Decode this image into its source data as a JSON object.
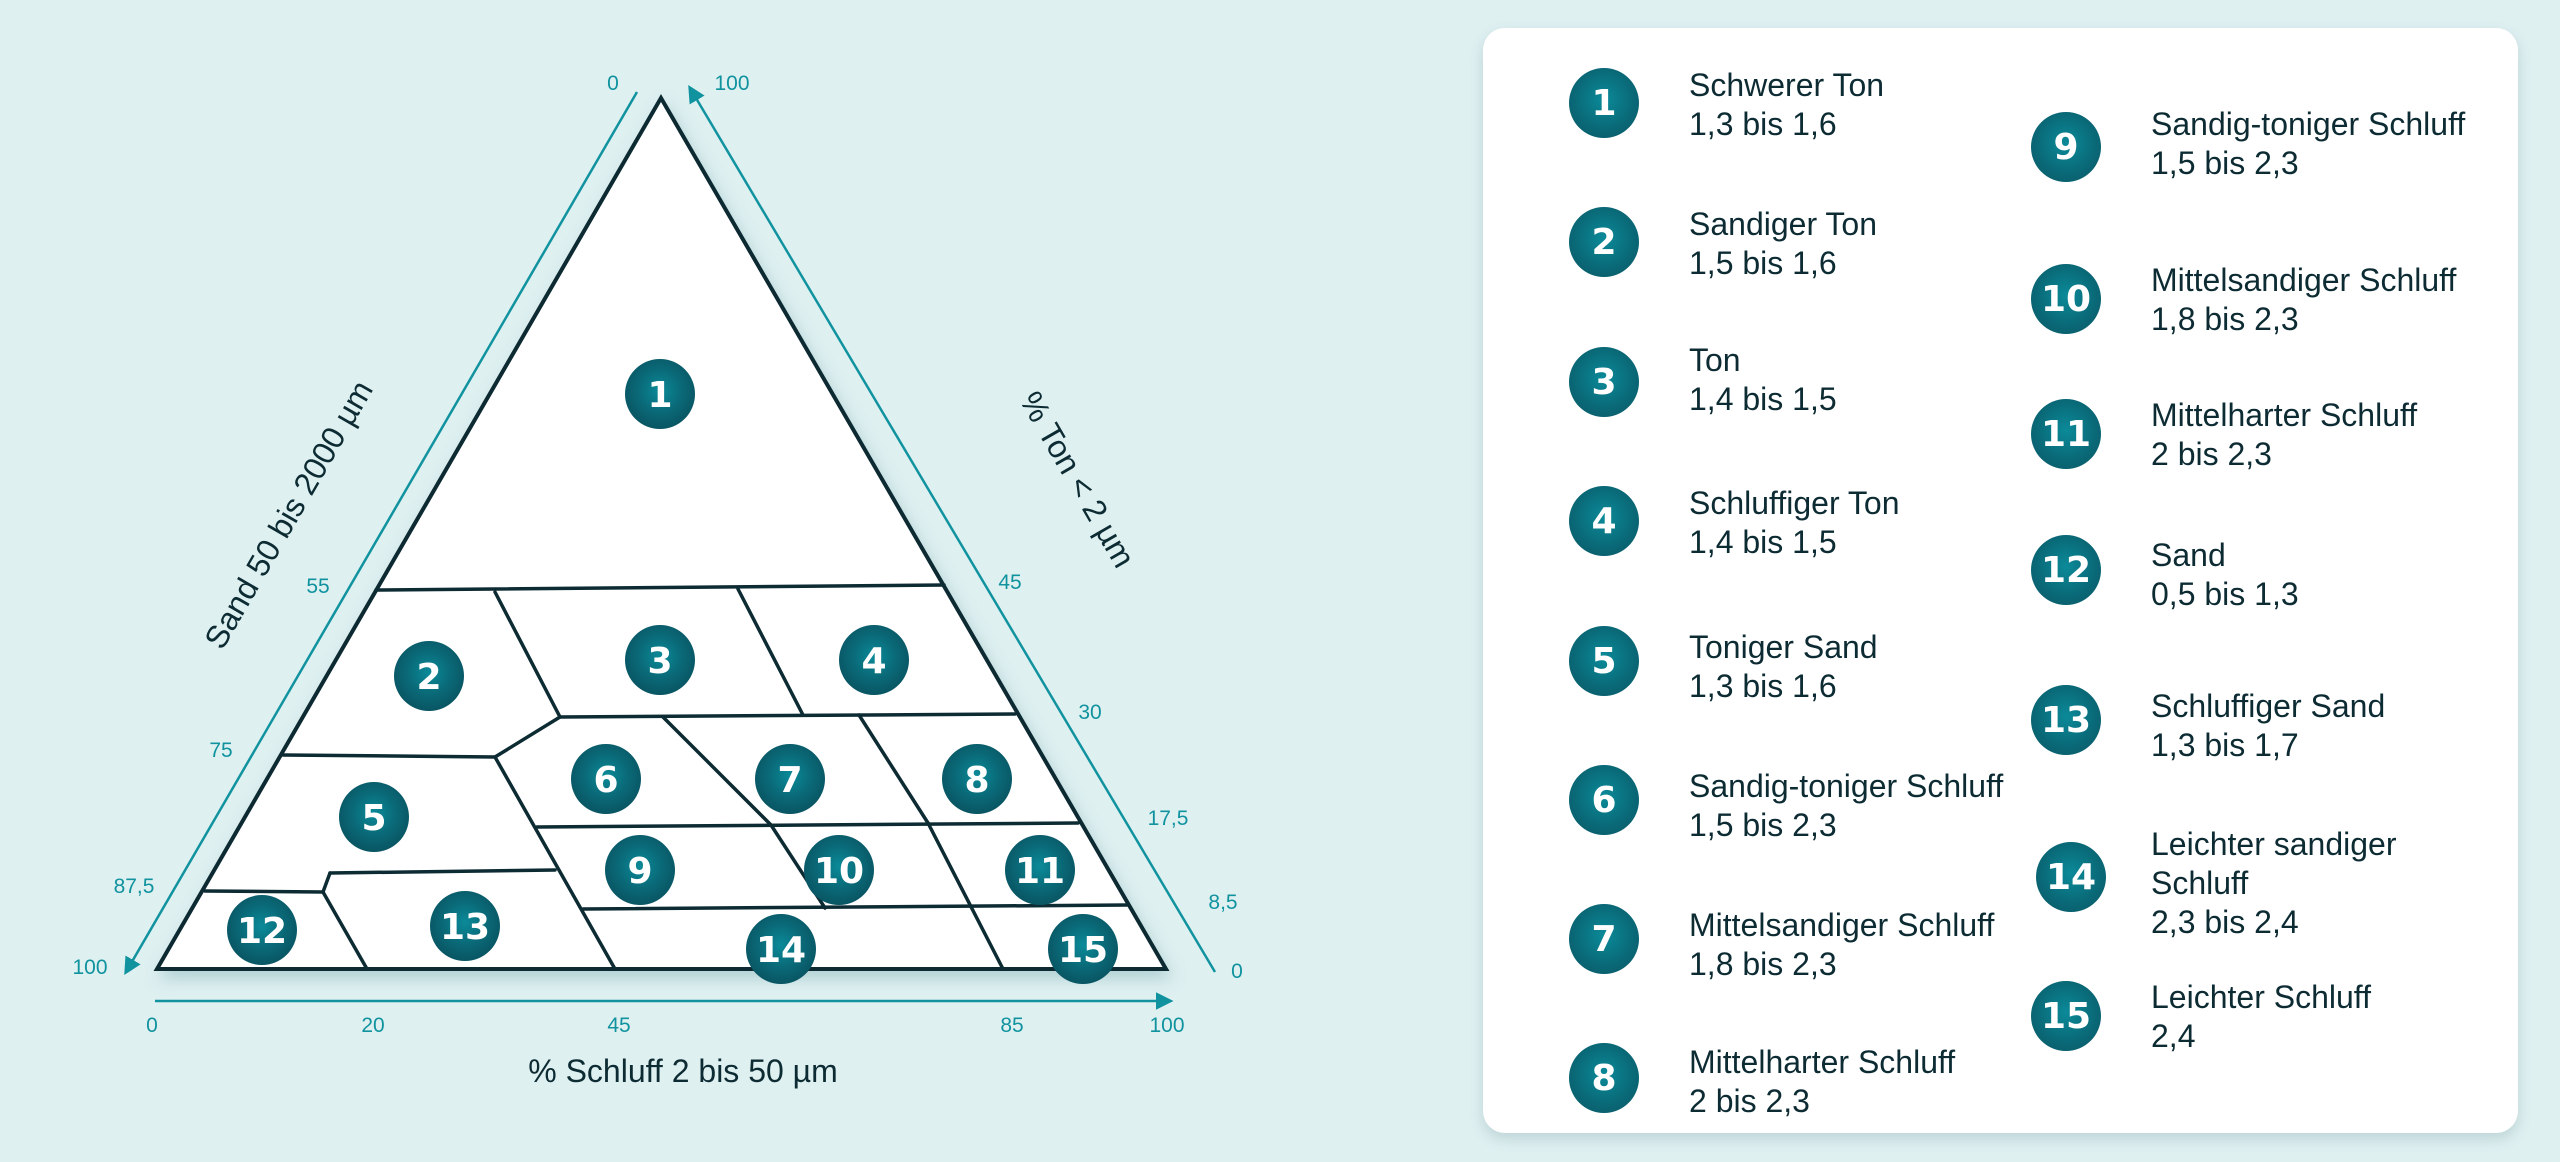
{
  "colors": {
    "background": "#dff0f1",
    "accent": "#11939f",
    "badge": "#0a6a78",
    "text": "#0d2b33",
    "outline": "#0d2b33"
  },
  "chart_data": {
    "type": "ternary-diagram",
    "title": "",
    "axes": {
      "bottom": {
        "label": "% Schluff 2 bis 50 µm",
        "ticks": [
          "0",
          "20",
          "45",
          "85",
          "100"
        ]
      },
      "left": {
        "label": "Sand 50 bis 2000 µm",
        "ticks": [
          "0",
          "55",
          "75",
          "87,5",
          "100"
        ]
      },
      "right": {
        "label": "% Ton < 2 µm",
        "ticks": [
          "100",
          "45",
          "30",
          "17,5",
          "8,5",
          "0"
        ]
      }
    },
    "regions": [
      {
        "id": "1",
        "name": "Schwerer Ton",
        "range": "1,3 bis 1,6"
      },
      {
        "id": "2",
        "name": "Sandiger Ton",
        "range": "1,5 bis 1,6"
      },
      {
        "id": "3",
        "name": "Ton",
        "range": "1,4 bis 1,5"
      },
      {
        "id": "4",
        "name": "Schluffiger Ton",
        "range": "1,4 bis 1,5"
      },
      {
        "id": "5",
        "name": "Toniger Sand",
        "range": "1,3 bis 1,6"
      },
      {
        "id": "6",
        "name": "Sandig-toniger Schluff",
        "range": "1,5 bis 2,3"
      },
      {
        "id": "7",
        "name": "Mittelsandiger Schluff",
        "range": "1,8 bis 2,3"
      },
      {
        "id": "8",
        "name": "Mittelharter Schluff",
        "range": "2 bis 2,3"
      },
      {
        "id": "9",
        "name": "Sandig-toniger Schluff",
        "range": "1,5 bis 2,3"
      },
      {
        "id": "10",
        "name": "Mittelsandiger Schluff",
        "range": "1,8 bis 2,3"
      },
      {
        "id": "11",
        "name": "Mittelharter Schluff",
        "range": "2 bis 2,3"
      },
      {
        "id": "12",
        "name": "Sand",
        "range": "0,5 bis 1,3"
      },
      {
        "id": "13",
        "name": "Schluffiger Sand",
        "range": "1,3 bis 1,7"
      },
      {
        "id": "14",
        "name": "Leichter sandiger Schluff",
        "range": "2,3 bis 2,4"
      },
      {
        "id": "15",
        "name": "Leichter Schluff",
        "range": "2,4"
      }
    ]
  },
  "diagram": {
    "bottom_axis_label": "% Schluff 2 bis 50 µm",
    "left_axis_label": "Sand 50 bis 2000 µm",
    "right_axis_label": "% Ton < 2 µm",
    "bottom_ticks": [
      "0",
      "20",
      "45",
      "85",
      "100"
    ],
    "left_ticks": [
      "0",
      "55",
      "75",
      "87,5",
      "100"
    ],
    "right_ticks": [
      "100",
      "45",
      "30",
      "17,5",
      "8,5",
      "0"
    ],
    "badges": [
      "1",
      "2",
      "3",
      "4",
      "5",
      "6",
      "7",
      "8",
      "9",
      "10",
      "11",
      "12",
      "13",
      "14",
      "15"
    ]
  },
  "legend": {
    "left_column": [
      {
        "num": "1",
        "name": "Schwerer Ton",
        "range": "1,3 bis 1,6"
      },
      {
        "num": "2",
        "name": "Sandiger Ton",
        "range": "1,5 bis 1,6"
      },
      {
        "num": "3",
        "name": "Ton",
        "range": "1,4 bis 1,5"
      },
      {
        "num": "4",
        "name": "Schluffiger Ton",
        "range": "1,4 bis 1,5"
      },
      {
        "num": "5",
        "name": "Toniger Sand",
        "range": "1,3 bis 1,6"
      },
      {
        "num": "6",
        "name": "Sandig-toniger Schluff",
        "range": "1,5 bis 2,3"
      },
      {
        "num": "7",
        "name": "Mittelsandiger Schluff",
        "range": "1,8 bis 2,3"
      },
      {
        "num": "8",
        "name": "Mittelharter Schluff",
        "range": "2 bis 2,3"
      }
    ],
    "right_column": [
      {
        "num": "9",
        "name": "Sandig-toniger Schluff",
        "range": "1,5 bis 2,3"
      },
      {
        "num": "10",
        "name": "Mittelsandiger Schluff",
        "range": "1,8 bis 2,3"
      },
      {
        "num": "11",
        "name": "Mittelharter Schluff",
        "range": "2 bis 2,3"
      },
      {
        "num": "12",
        "name": "Sand",
        "range": "0,5 bis 1,3"
      },
      {
        "num": "13",
        "name": "Schluffiger Sand",
        "range": "1,3 bis 1,7"
      },
      {
        "num": "14",
        "name": "Leichter sandiger",
        "name2": "Schluff",
        "range": "2,3 bis 2,4"
      },
      {
        "num": "15",
        "name": "Leichter Schluff",
        "range": "2,4"
      }
    ]
  }
}
